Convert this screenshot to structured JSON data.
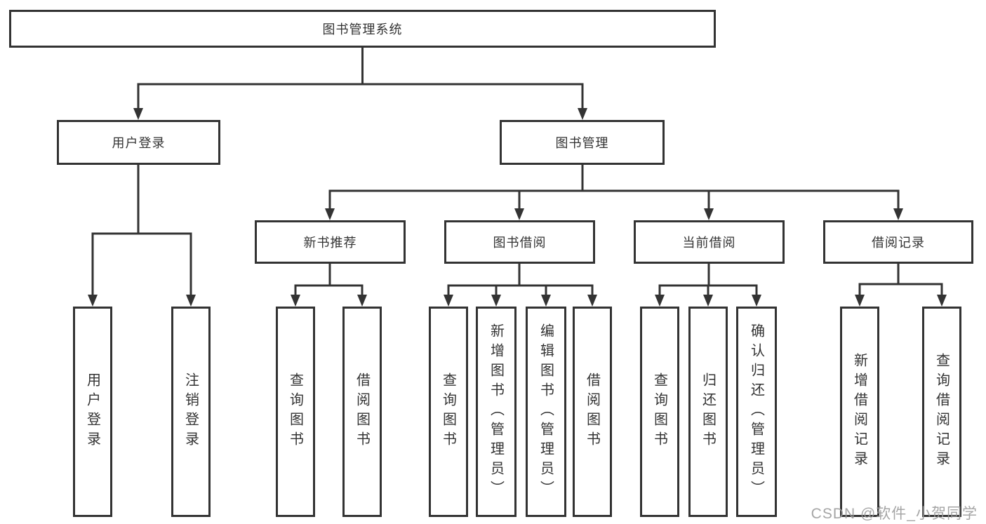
{
  "tree": {
    "label": "图书管理系统",
    "children": [
      {
        "label": "用户登录",
        "children": [
          {
            "label": "用户登录"
          },
          {
            "label": "注销登录"
          }
        ]
      },
      {
        "label": "图书管理",
        "children": [
          {
            "label": "新书推荐",
            "children": [
              {
                "label": "查询图书"
              },
              {
                "label": "借阅图书"
              }
            ]
          },
          {
            "label": "图书借阅",
            "children": [
              {
                "label": "查询图书"
              },
              {
                "label": "新增图书（管理员）"
              },
              {
                "label": "编辑图书（管理员）"
              },
              {
                "label": "借阅图书"
              }
            ]
          },
          {
            "label": "当前借阅",
            "children": [
              {
                "label": "查询图书"
              },
              {
                "label": "归还图书"
              },
              {
                "label": "确认归还（管理员）"
              }
            ]
          },
          {
            "label": "借阅记录",
            "children": [
              {
                "label": "新增借阅记录"
              },
              {
                "label": "查询借阅记录"
              }
            ]
          }
        ]
      }
    ]
  },
  "watermark": {
    "text": "CSDN @软件_小贺同学"
  },
  "colors": {
    "line": "#333333",
    "box_border": "#333333",
    "box_fill": "#ffffff",
    "text": "#333333",
    "watermark": "#9b9b9b",
    "background": "#ffffff"
  }
}
